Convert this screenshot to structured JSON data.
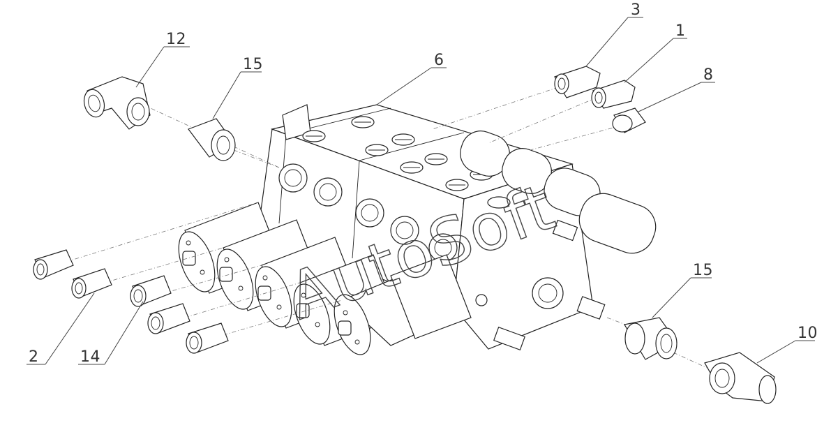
{
  "callouts": [
    {
      "id": "c12",
      "number": "12"
    },
    {
      "id": "c15a",
      "number": "15"
    },
    {
      "id": "c6",
      "number": "6"
    },
    {
      "id": "c3",
      "number": "3"
    },
    {
      "id": "c1",
      "number": "1"
    },
    {
      "id": "c8",
      "number": "8"
    },
    {
      "id": "c15b",
      "number": "15"
    },
    {
      "id": "c10",
      "number": "10"
    },
    {
      "id": "c2",
      "number": "2"
    },
    {
      "id": "c14",
      "number": "14"
    }
  ],
  "watermark": "AutoSoft",
  "colors": {
    "line": "#222222",
    "background": "#ffffff",
    "text": "#333333"
  }
}
